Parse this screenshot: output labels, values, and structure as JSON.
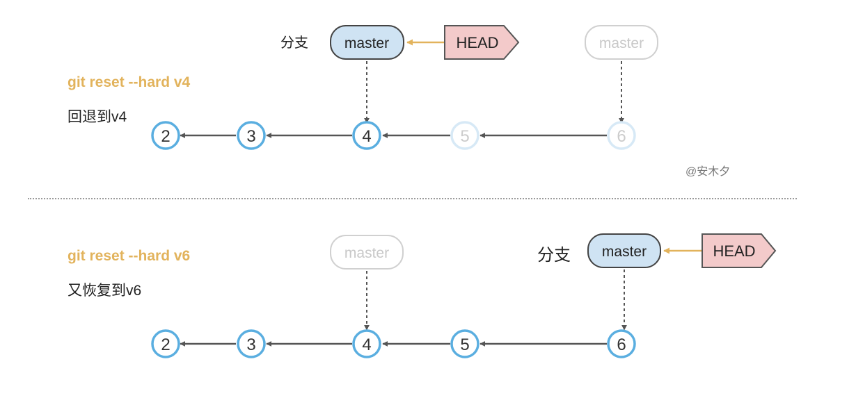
{
  "colors": {
    "command": "#e2b35c",
    "node_stroke": "#5aaee0",
    "node_faded_stroke": "#d7e9f6",
    "branch_fill": "#cfe3f3",
    "branch_stroke": "#444444",
    "head_fill": "#f3caca",
    "head_stroke": "#555555",
    "head_arrow": "#e2b35c",
    "edge": "#555555",
    "faded_stroke": "#d0d0d0",
    "faded_text": "#c8c8c8"
  },
  "top": {
    "command": "git reset --hard v4",
    "description": "回退到v4",
    "branch_label": "分支",
    "branch_name": "master",
    "head_label": "HEAD",
    "ghost_branch": "master",
    "nodes": [
      "2",
      "3",
      "4",
      "5",
      "6"
    ],
    "faded_nodes": [
      "5",
      "6"
    ]
  },
  "watermark": "@安木夕",
  "bottom": {
    "command": "git reset --hard v6",
    "description": "又恢复到v6",
    "branch_label": "分支",
    "branch_name": "master",
    "head_label": "HEAD",
    "ghost_branch": "master",
    "nodes": [
      "2",
      "3",
      "4",
      "5",
      "6"
    ],
    "faded_nodes": []
  }
}
